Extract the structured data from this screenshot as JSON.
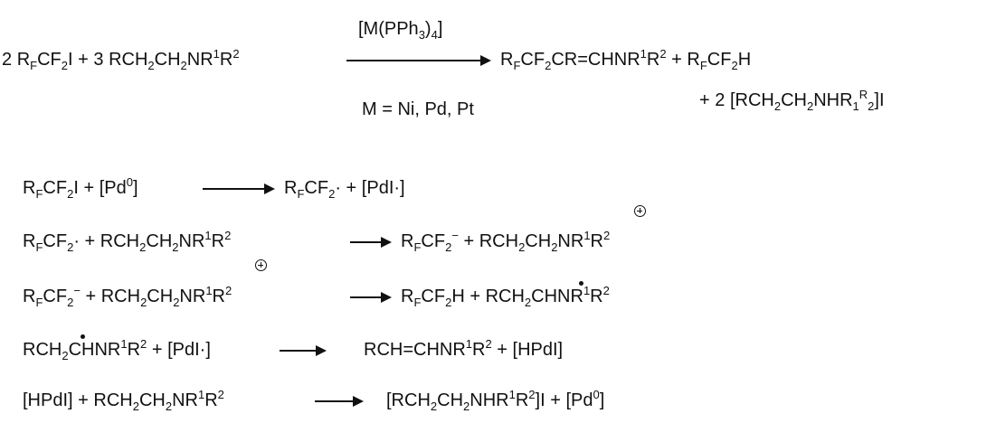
{
  "overall": {
    "coef_rf": "2",
    "rf_R": "R",
    "rf_F": "F",
    "cf": "CF",
    "two": "2",
    "iodide": "I",
    "plus": "+",
    "coef_amine": "3",
    "amine": "RCH",
    "ch2n": "CH",
    "nr": "NR",
    "one": "1",
    "r": "R",
    "catalyst_open": "[M(PPh",
    "three": "3",
    "catalyst_close": ")",
    "four": "4",
    "catalyst_bracket": "]",
    "product_tail": "CR=CHNR",
    "metal_condition": "M = Ni, Pd, Pt",
    "h": "H",
    "salt_open": "[RCH",
    "salt_nh": "NHR",
    "salt_sub1": "1",
    "salt_supR": "R",
    "salt_sub2": "2",
    "salt_close": "]I"
  },
  "mechanism": {
    "pd0_open": "[Pd",
    "zero": "0",
    "close": "]",
    "cf2_dot": "CF",
    "dot": "·",
    "pdi": "[PdI·]",
    "minus": "−",
    "rch2": "RCH",
    "chnr": "CHNR",
    "rch_vinyl": "RCH=CHNR",
    "hpdi": "[HPdI]",
    "salt_last_open": "[RCH",
    "salt_last_nhr": "NHR",
    "salt_last_close": "]I"
  }
}
